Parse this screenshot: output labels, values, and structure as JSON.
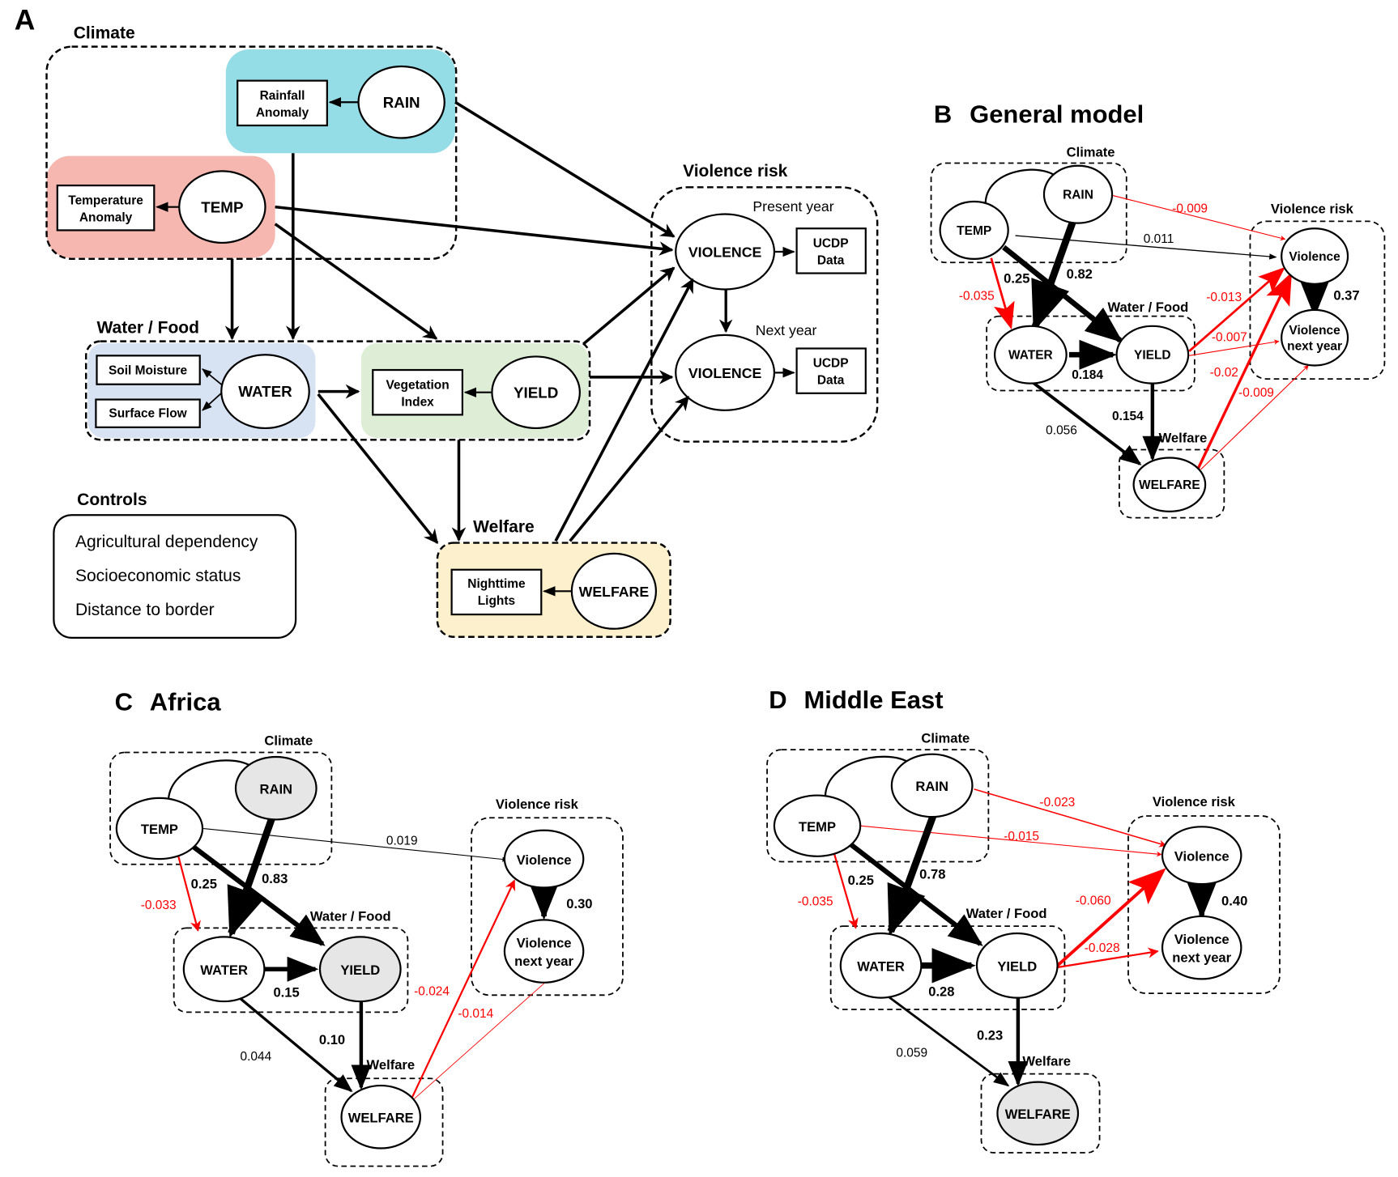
{
  "colors": {
    "rain_fill": "#94dce6",
    "temp_fill": "#f6b7b0",
    "water_fill": "#d7e2f3",
    "yield_fill": "#deedd6",
    "welfare_fill": "#fdf0cc",
    "violence_fill": "#f1f1f1",
    "negative_edge": "#ff0000",
    "positive_edge": "#000000",
    "shaded_node": "#e6e6e6"
  },
  "panel_a": {
    "letter": "A",
    "groups": {
      "climate": "Climate",
      "water_food": "Water / Food",
      "welfare": "Welfare",
      "violence_risk": "Violence risk",
      "controls": "Controls"
    },
    "latent": {
      "rain": "RAIN",
      "temp": "TEMP",
      "water": "WATER",
      "yield": "YIELD",
      "welfare": "WELFARE",
      "violence_present": "VIOLENCE",
      "violence_next": "VIOLENCE"
    },
    "indicators": {
      "rain": [
        "Rainfall",
        "Anomaly"
      ],
      "temp": [
        "Temperature",
        "Anomaly"
      ],
      "soil": "Soil Moisture",
      "surface": "Surface Flow",
      "veg": [
        "Vegetation",
        "Index"
      ],
      "lights": [
        "Nighttime",
        "Lights"
      ],
      "ucdp1": [
        "UCDP",
        "Data"
      ],
      "ucdp2": [
        "UCDP",
        "Data"
      ]
    },
    "time_labels": {
      "present": "Present year",
      "next": "Next year"
    },
    "controls": [
      "Agricultural dependency",
      "Socioeconomic status",
      "Distance to border"
    ]
  },
  "panels": {
    "b": {
      "letter": "B",
      "title": "General model",
      "groups": {
        "climate": "Climate",
        "water_food": "Water / Food",
        "welfare": "Welfare",
        "violence_risk": "Violence risk"
      },
      "nodes": {
        "temp": "TEMP",
        "rain": "RAIN",
        "water": "WATER",
        "yield": "YIELD",
        "welfare": "WELFARE",
        "violence": "Violence",
        "violence_next": [
          "Violence",
          "next year"
        ]
      },
      "coefs": {
        "rain_violence": "-0.009",
        "temp_violence": "0.011",
        "temp_water": "-0.035",
        "temp_yield": "0.25",
        "rain_water": "0.82",
        "water_yield": "0.184",
        "yield_violence": "-0.013",
        "yield_violence_next": "-0.007",
        "welfare_violence": "-0.02",
        "welfare_violence_next": "-0.009",
        "violence_next": "0.37",
        "yield_welfare": "0.154",
        "water_welfare": "0.056"
      }
    },
    "c": {
      "letter": "C",
      "title": "Africa",
      "groups": {
        "climate": "Climate",
        "water_food": "Water / Food",
        "welfare": "Welfare",
        "violence_risk": "Violence risk"
      },
      "nodes": {
        "temp": "TEMP",
        "rain": "RAIN",
        "water": "WATER",
        "yield": "YIELD",
        "welfare": "WELFARE",
        "violence": "Violence",
        "violence_next": [
          "Violence",
          "next year"
        ]
      },
      "coefs": {
        "temp_violence": "0.019",
        "temp_water": "-0.033",
        "temp_yield": "0.25",
        "rain_water": "0.83",
        "water_yield": "0.15",
        "violence_next": "0.30",
        "welfare_violence": "-0.024",
        "welfare_violence_next": "-0.014",
        "yield_welfare": "0.10",
        "water_welfare": "0.044"
      }
    },
    "d": {
      "letter": "D",
      "title": "Middle East",
      "groups": {
        "climate": "Climate",
        "water_food": "Water / Food",
        "welfare": "Welfare",
        "violence_risk": "Violence risk"
      },
      "nodes": {
        "temp": "TEMP",
        "rain": "RAIN",
        "water": "WATER",
        "yield": "YIELD",
        "welfare": "WELFARE",
        "violence": "Violence",
        "violence_next": [
          "Violence",
          "next year"
        ]
      },
      "coefs": {
        "rain_violence": "-0.023",
        "temp_violence": "-0.015",
        "temp_water": "-0.035",
        "temp_yield": "0.25",
        "rain_water": "0.78",
        "water_yield": "0.28",
        "yield_violence": "-0.060",
        "yield_violence_next": "-0.028",
        "violence_next": "0.40",
        "yield_welfare": "0.23",
        "water_welfare": "0.059"
      }
    }
  }
}
